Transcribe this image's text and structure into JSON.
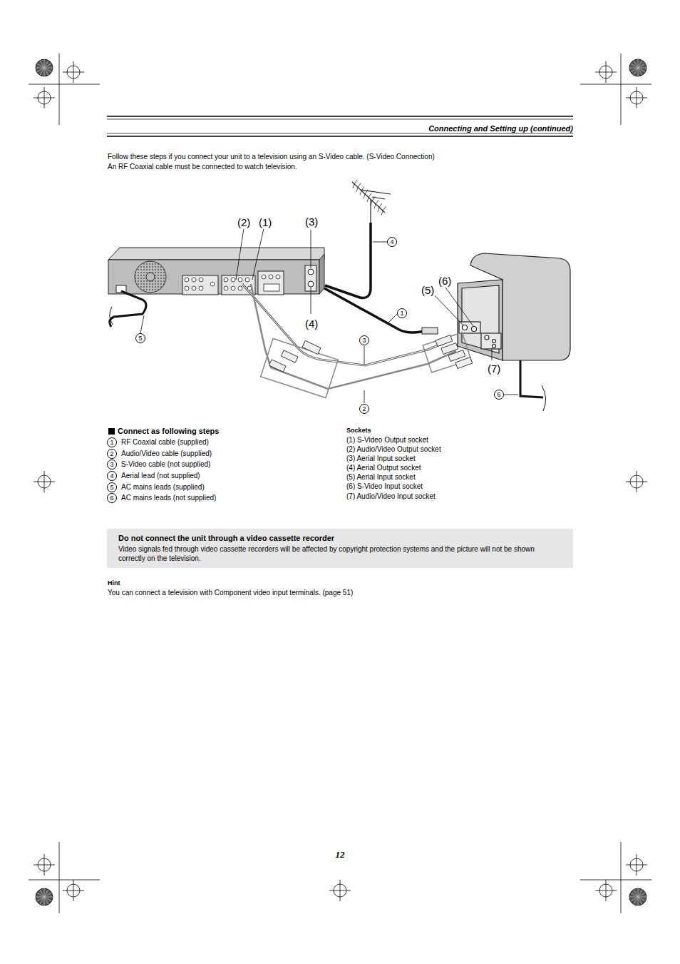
{
  "diagram": {
    "nodes": [
      {
        "text": [
          "Do not connect the unit through a video cassette recorder",
          "Video signals fed through video cassette recorders will be affected by copyright protection systems and the picture will not be shown correctly on the television."
        ]
      }
    ],
    "labels": [
      "Connecting and Setting up (continued)",
      "Follow these steps if you connect your unit to a television using an S-Video cable. (S-Video Connection)",
      "An RF Coaxial cable must be connected to watch television.",
      "(2)",
      "(1)",
      "(3)",
      "4",
      "(6)",
      "(5)",
      "(4)",
      "1",
      "5",
      "3",
      "(7)",
      "6",
      "2",
      "Connect as following steps",
      "1",
      "RF Coaxial cable (supplied)",
      "2",
      "Audio/Video cable (supplied)",
      "3",
      "S-Video cable (not supplied)",
      "4",
      "Aerial lead (not supplied)",
      "5",
      "AC mains leads (supplied)",
      "6",
      "AC mains leads (not supplied)",
      "Sockets",
      "(1) S-Video Output socket",
      "(2) Audio/Video Output socket",
      "(3) Aerial Input socket",
      "(4) Aerial Output socket",
      "(5) Aerial Input socket",
      "(6) S-Video Input socket",
      "(7) Audio/Video Input socket",
      "Hint",
      "You can connect a television with Component video input terminals. (page 51)",
      "12"
    ]
  }
}
